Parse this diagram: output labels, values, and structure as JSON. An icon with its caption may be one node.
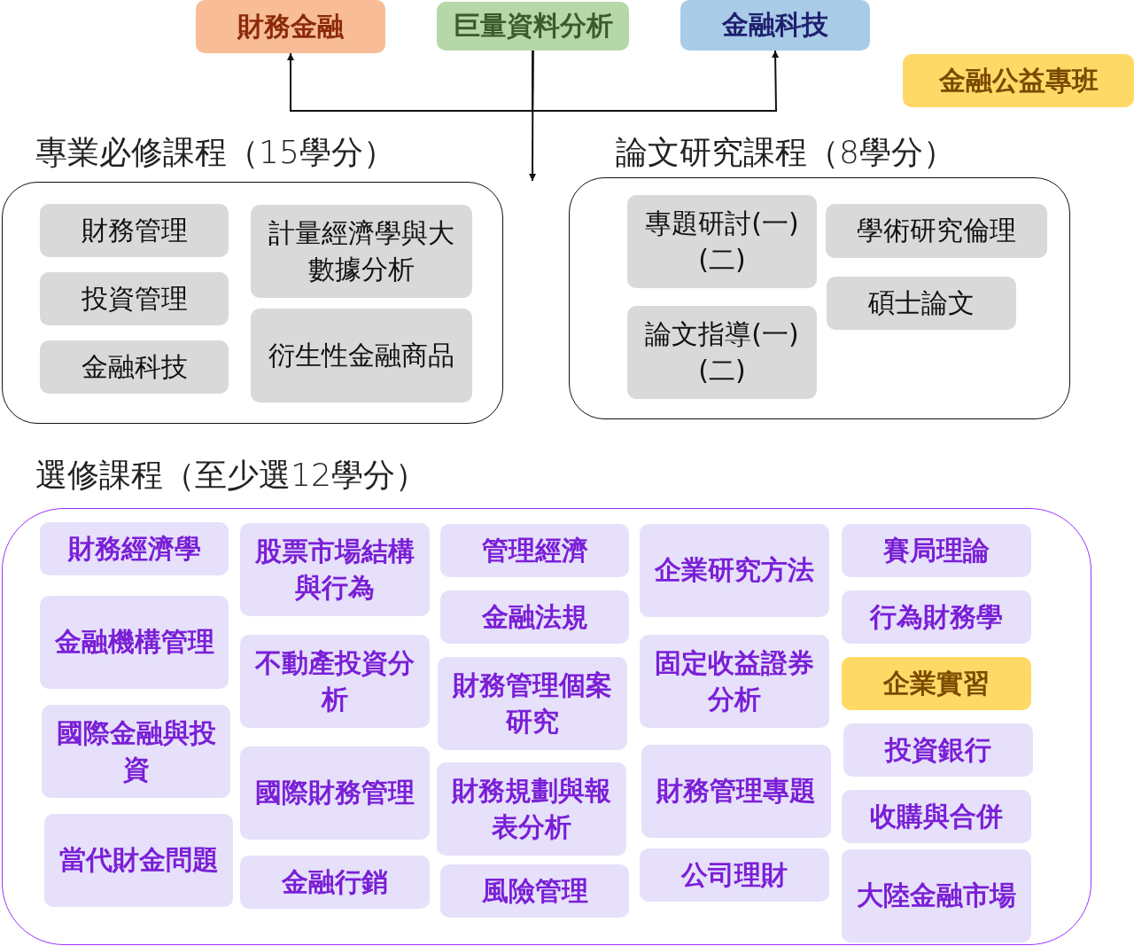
{
  "diagram": {
    "nodes": [
      {
        "text": [
          "財務金融"
        ]
      },
      {
        "text": [
          "巨量資料分析"
        ]
      },
      {
        "text": [
          "金融科技"
        ]
      },
      {
        "text": [
          "金融公益專班"
        ]
      },
      {
        "text": [
          "專業必修課程（15學分）"
        ]
      },
      {
        "text": [
          "財務管理"
        ],
        "in": 4
      },
      {
        "text": [
          "計量經濟學與大數據分析"
        ],
        "in": 4
      },
      {
        "text": [
          "投資管理"
        ],
        "in": 4
      },
      {
        "text": [
          "衍生性金融商品"
        ],
        "in": 4
      },
      {
        "text": [
          "金融科技"
        ],
        "in": 4
      },
      {
        "text": [
          "論文研究課程（8學分）"
        ]
      },
      {
        "text": [
          "專題研討(一)(二)"
        ],
        "in": 10
      },
      {
        "text": [
          "學術研究倫理"
        ],
        "in": 10
      },
      {
        "text": [
          "碩士論文"
        ],
        "in": 10
      },
      {
        "text": [
          "論文指導(一)(二)"
        ],
        "in": 10
      },
      {
        "text": [
          "選修課程（至少選12學分）"
        ]
      },
      {
        "text": [
          "財務經濟學"
        ],
        "in": 15
      },
      {
        "text": [
          "股票市場結構與行為"
        ],
        "in": 15
      },
      {
        "text": [
          "管理經濟"
        ],
        "in": 15
      },
      {
        "text": [
          "企業研究方法"
        ],
        "in": 15
      },
      {
        "text": [
          "賽局理論"
        ],
        "in": 15
      },
      {
        "text": [
          "金融法規"
        ],
        "in": 15
      },
      {
        "text": [
          "行為財務學"
        ],
        "in": 15
      },
      {
        "text": [
          "金融機構管理"
        ],
        "in": 15
      },
      {
        "text": [
          "不動產投資分析"
        ],
        "in": 15
      },
      {
        "text": [
          "固定收益證券分析"
        ],
        "in": 15
      },
      {
        "text": [
          "財務管理個案研究"
        ],
        "in": 15
      },
      {
        "text": [
          "企業實習"
        ],
        "in": 15
      },
      {
        "text": [
          "國際金融與投資"
        ],
        "in": 15
      },
      {
        "text": [
          "投資銀行"
        ],
        "in": 15
      },
      {
        "text": [
          "國際財務管理"
        ],
        "in": 15
      },
      {
        "text": [
          "財務管理專題"
        ],
        "in": 15
      },
      {
        "text": [
          "財務規劃與報表分析"
        ],
        "in": 15
      },
      {
        "text": [
          "收購與合併"
        ],
        "in": 15
      },
      {
        "text": [
          "當代財金問題"
        ],
        "in": 15
      },
      {
        "text": [
          "大陸金融市場"
        ],
        "in": 15
      },
      {
        "text": [
          "金融行銷"
        ],
        "in": 15
      },
      {
        "text": [
          "公司理財"
        ],
        "in": 15
      },
      {
        "text": [
          "風險管理"
        ],
        "in": 15
      }
    ],
    "edges": [
      {
        "from": 1,
        "to": 0,
        "arrow": "to"
      },
      {
        "from": 1,
        "to": 2,
        "arrow": "to"
      },
      {
        "from": 1,
        "to": 4,
        "arrow": "to"
      }
    ]
  }
}
